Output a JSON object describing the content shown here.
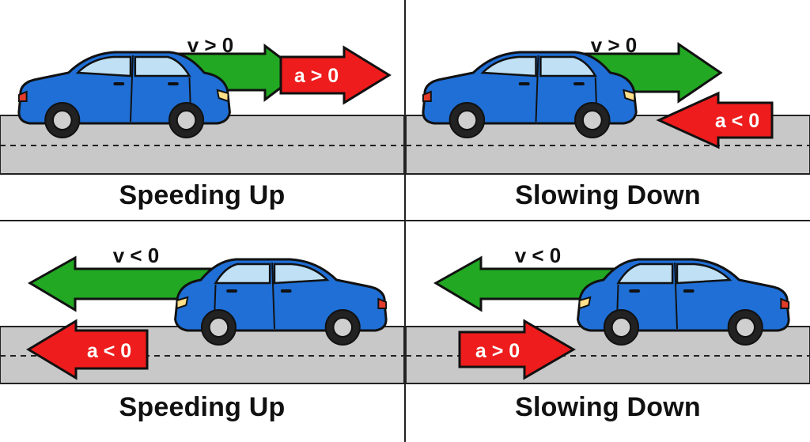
{
  "panels": [
    {
      "id": "p1",
      "velocity_label": "v > 0",
      "acceleration_label": "a > 0",
      "caption": "Speeding Up"
    },
    {
      "id": "p2",
      "velocity_label": "v > 0",
      "acceleration_label": "a < 0",
      "caption": "Slowing Down"
    },
    {
      "id": "p3",
      "velocity_label": "v < 0",
      "acceleration_label": "a < 0",
      "caption": "Speeding Up"
    },
    {
      "id": "p4",
      "velocity_label": "v < 0",
      "acceleration_label": "a > 0",
      "caption": "Slowing Down"
    }
  ],
  "colors": {
    "velocity_arrow": "#22a822",
    "acceleration_arrow": "#ee1c1c",
    "car_body": "#1f6fd6",
    "road": "#c8c8c8"
  }
}
